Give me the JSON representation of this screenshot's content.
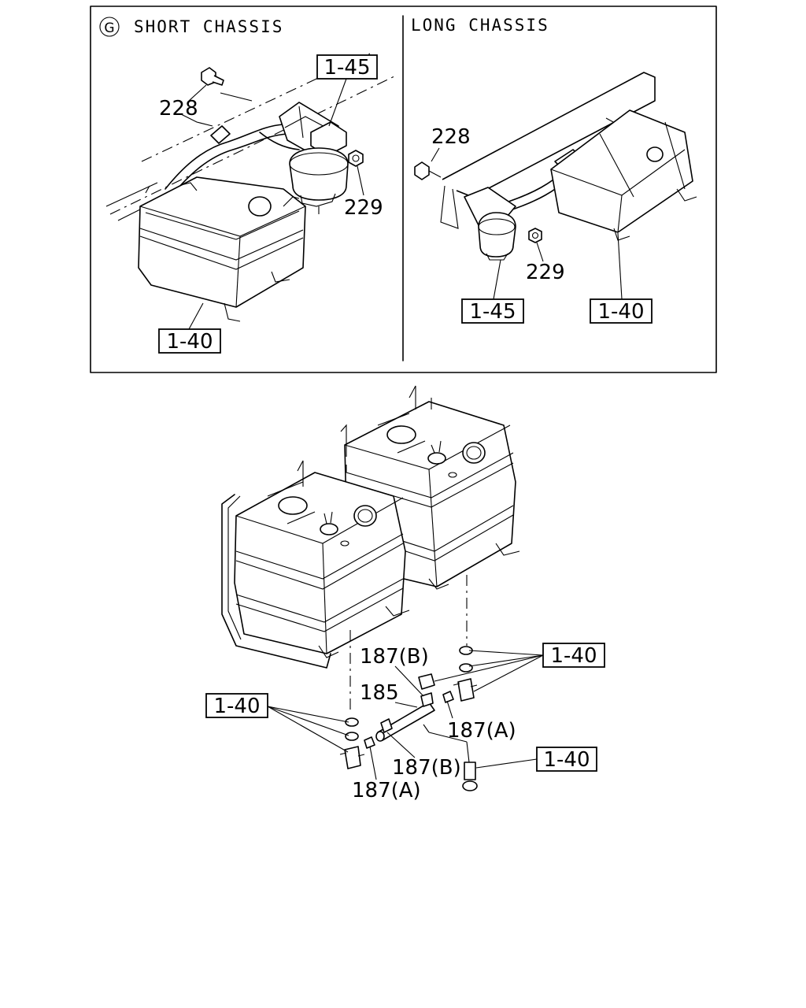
{
  "inset": {
    "marker": "G",
    "short_title": "SHORT CHASSIS",
    "long_title": "LONG CHASSIS",
    "short_refs": {
      "bolt": "228",
      "nut": "229",
      "filter_ref": "1-45",
      "tank_ref": "1-40"
    },
    "long_refs": {
      "bolt": "228",
      "nut": "229",
      "filter_ref": "1-45",
      "tank_ref": "1-40"
    }
  },
  "main": {
    "ref_upper_right": "1-40",
    "ref_left": "1-40",
    "ref_lower_right": "1-40",
    "pipe": "185",
    "fit_b_top": "187(B)",
    "fit_b_bottom": "187(B)",
    "fit_a_right": "187(A)",
    "fit_a_left": "187(A)"
  }
}
